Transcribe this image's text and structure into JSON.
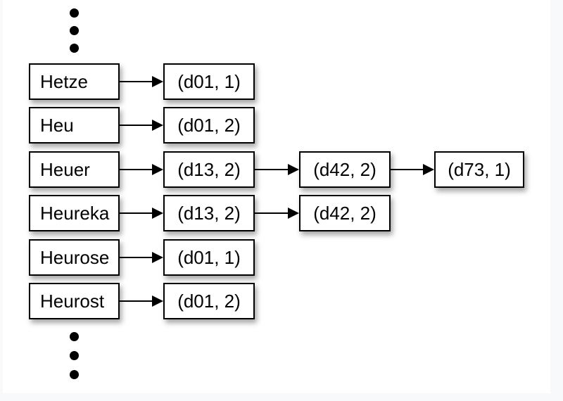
{
  "diagram": {
    "description": "Inverted index dictionary with linked posting lists (docId, frequency)",
    "colors": {
      "page_background": "#f8f9fa",
      "panel_background": "#ffffff",
      "box_fill": "#ffffff",
      "box_border": "#000000",
      "arrow": "#000000",
      "text": "#000000",
      "shadow": "rgba(0,0,0,0.35)"
    },
    "ellipsis": {
      "symbol": "•",
      "top_dot_count": 3,
      "bottom_dot_count": 3
    },
    "rows": [
      {
        "term": "Hetze",
        "postings": [
          "(d01, 1)"
        ]
      },
      {
        "term": "Heu",
        "postings": [
          "(d01, 2)"
        ]
      },
      {
        "term": "Heuer",
        "postings": [
          "(d13, 2)",
          "(d42, 2)",
          "(d73, 1)"
        ]
      },
      {
        "term": "Heureka",
        "postings": [
          "(d13, 2)",
          "(d42, 2)"
        ]
      },
      {
        "term": "Heurose",
        "postings": [
          "(d01, 1)"
        ]
      },
      {
        "term": "Heurost",
        "postings": [
          "(d01, 2)"
        ]
      }
    ]
  }
}
